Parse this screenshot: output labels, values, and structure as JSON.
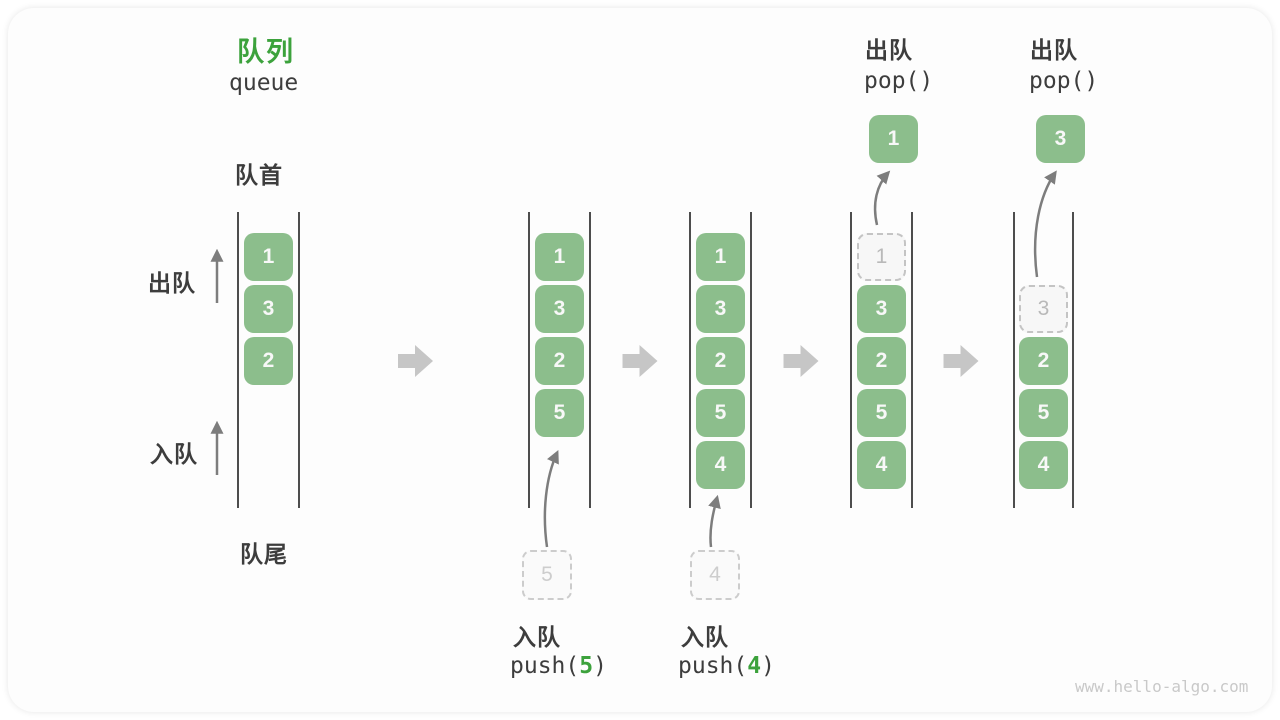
{
  "title": {
    "zh": "队列",
    "en": "queue"
  },
  "side_labels": {
    "front": "队首",
    "rear": "队尾",
    "dequeue": "出队",
    "enqueue": "入队"
  },
  "states": [
    {
      "cells": [
        "1",
        "3",
        "2"
      ]
    },
    {
      "cells": [
        "1",
        "3",
        "2",
        "5"
      ]
    },
    {
      "cells": [
        "1",
        "3",
        "2",
        "5",
        "4"
      ]
    },
    {
      "ghost": "1",
      "cells": [
        "3",
        "2",
        "5",
        "4"
      ],
      "popped": "1"
    },
    {
      "ghost": "3",
      "cells": [
        "2",
        "5",
        "4"
      ],
      "popped": "3"
    }
  ],
  "operations": {
    "push5": {
      "label": "入队",
      "code_pre": "push(",
      "arg": "5",
      "code_post": ")",
      "staged": "5"
    },
    "push4": {
      "label": "入队",
      "code_pre": "push(",
      "arg": "4",
      "code_post": ")",
      "staged": "4"
    },
    "pop1": {
      "label": "出队",
      "code": "pop()"
    },
    "pop2": {
      "label": "出队",
      "code": "pop()"
    }
  },
  "colors": {
    "accent_green": "#3ca23c",
    "cell_green": "#8cbe8c",
    "text_dark": "#3d3d3d",
    "arrow_gray": "#7d7d7d",
    "block_arrow_gray": "#c6c6c6"
  },
  "watermark": "www.hello-algo.com"
}
